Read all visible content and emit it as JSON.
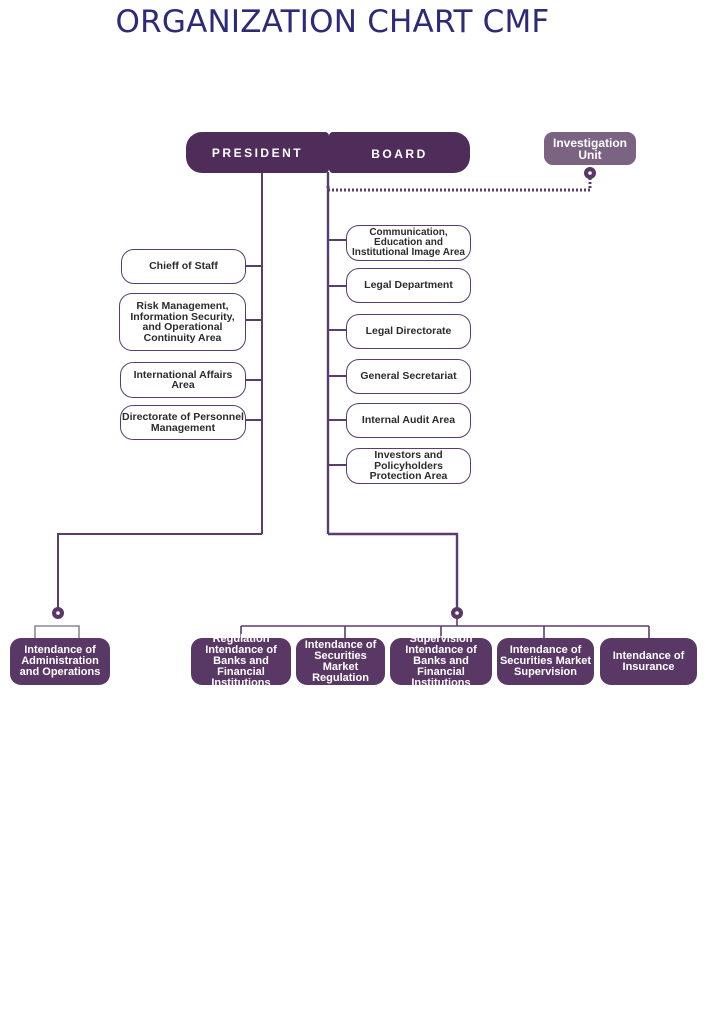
{
  "title": "ORGANIZATION CHART CMF",
  "colors": {
    "dark_purple": "#4e2d5a",
    "node_purple": "#5a3866",
    "investigation_purple": "#7a6482",
    "title_blue": "#2e2a7a"
  },
  "top": {
    "president": "PRESIDENT",
    "board": "BOARD",
    "investigation": "Investigation Unit"
  },
  "left_units": [
    "Chieff of Staff",
    "Risk Management, Information Security, and Operational Continuity Area",
    "International Affairs Area",
    "Directorate of Personnel Management"
  ],
  "right_units": [
    "Communication, Education and Institutional Image Area",
    "Legal Department",
    "Legal Directorate",
    "General Secretariat",
    "Internal Audit Area",
    "Investors and Policyholders Protection Area"
  ],
  "intendance_admin": "Intendance of Administration and Operations",
  "intendances": [
    "Regulation Intendance of Banks and Financial Institutions",
    "Intendance of Securities Market Regulation",
    "Supervision Intendance of Banks and Financial Institutions",
    "Intendance of Securities Market Supervision",
    "Intendance of Insurance"
  ]
}
